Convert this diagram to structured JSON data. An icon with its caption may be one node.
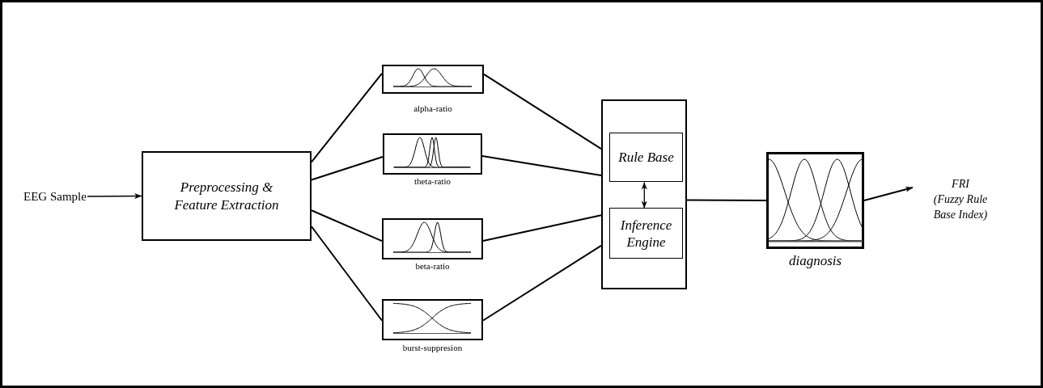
{
  "diagram": {
    "nodes": [
      {
        "text": [
          "EEG Sample"
        ]
      },
      {
        "text": [
          "Preprocessing & Feature Extraction"
        ]
      },
      {
        "text": [],
        "shape": "box",
        "beside": [
          "alpha-ratio"
        ]
      },
      {
        "text": [],
        "shape": "box",
        "beside": [
          "theta-ratio"
        ]
      },
      {
        "text": [],
        "shape": "box",
        "beside": [
          "beta-ratio"
        ]
      },
      {
        "text": [],
        "shape": "box",
        "beside": [
          "burst-suppresion"
        ]
      },
      {
        "text": [],
        "shape": "box"
      },
      {
        "text": [
          "Rule Base"
        ],
        "in": 6
      },
      {
        "text": [
          "Inference Engine"
        ],
        "in": 6
      },
      {
        "text": [],
        "shape": "box",
        "beside": [
          "diagnosis"
        ]
      },
      {
        "text": [
          "FRI",
          "(Fuzzy Rule Base Index)"
        ]
      }
    ],
    "edges": [
      {
        "from": 0,
        "to": 1,
        "arrow": "to"
      },
      {
        "from": 1,
        "to": 2,
        "arrow": "none"
      },
      {
        "from": 1,
        "to": 3,
        "arrow": "none"
      },
      {
        "from": 1,
        "to": 4,
        "arrow": "none"
      },
      {
        "from": 1,
        "to": 5,
        "arrow": "none"
      },
      {
        "from": 2,
        "to": 6,
        "arrow": "none"
      },
      {
        "from": 3,
        "to": 6,
        "arrow": "none"
      },
      {
        "from": 4,
        "to": 6,
        "arrow": "none"
      },
      {
        "from": 5,
        "to": 6,
        "arrow": "none"
      },
      {
        "from": 7,
        "to": 8,
        "arrow": "both"
      },
      {
        "from": 6,
        "to": 9,
        "arrow": "none"
      },
      {
        "from": 9,
        "to": 10,
        "arrow": "to"
      }
    ]
  }
}
